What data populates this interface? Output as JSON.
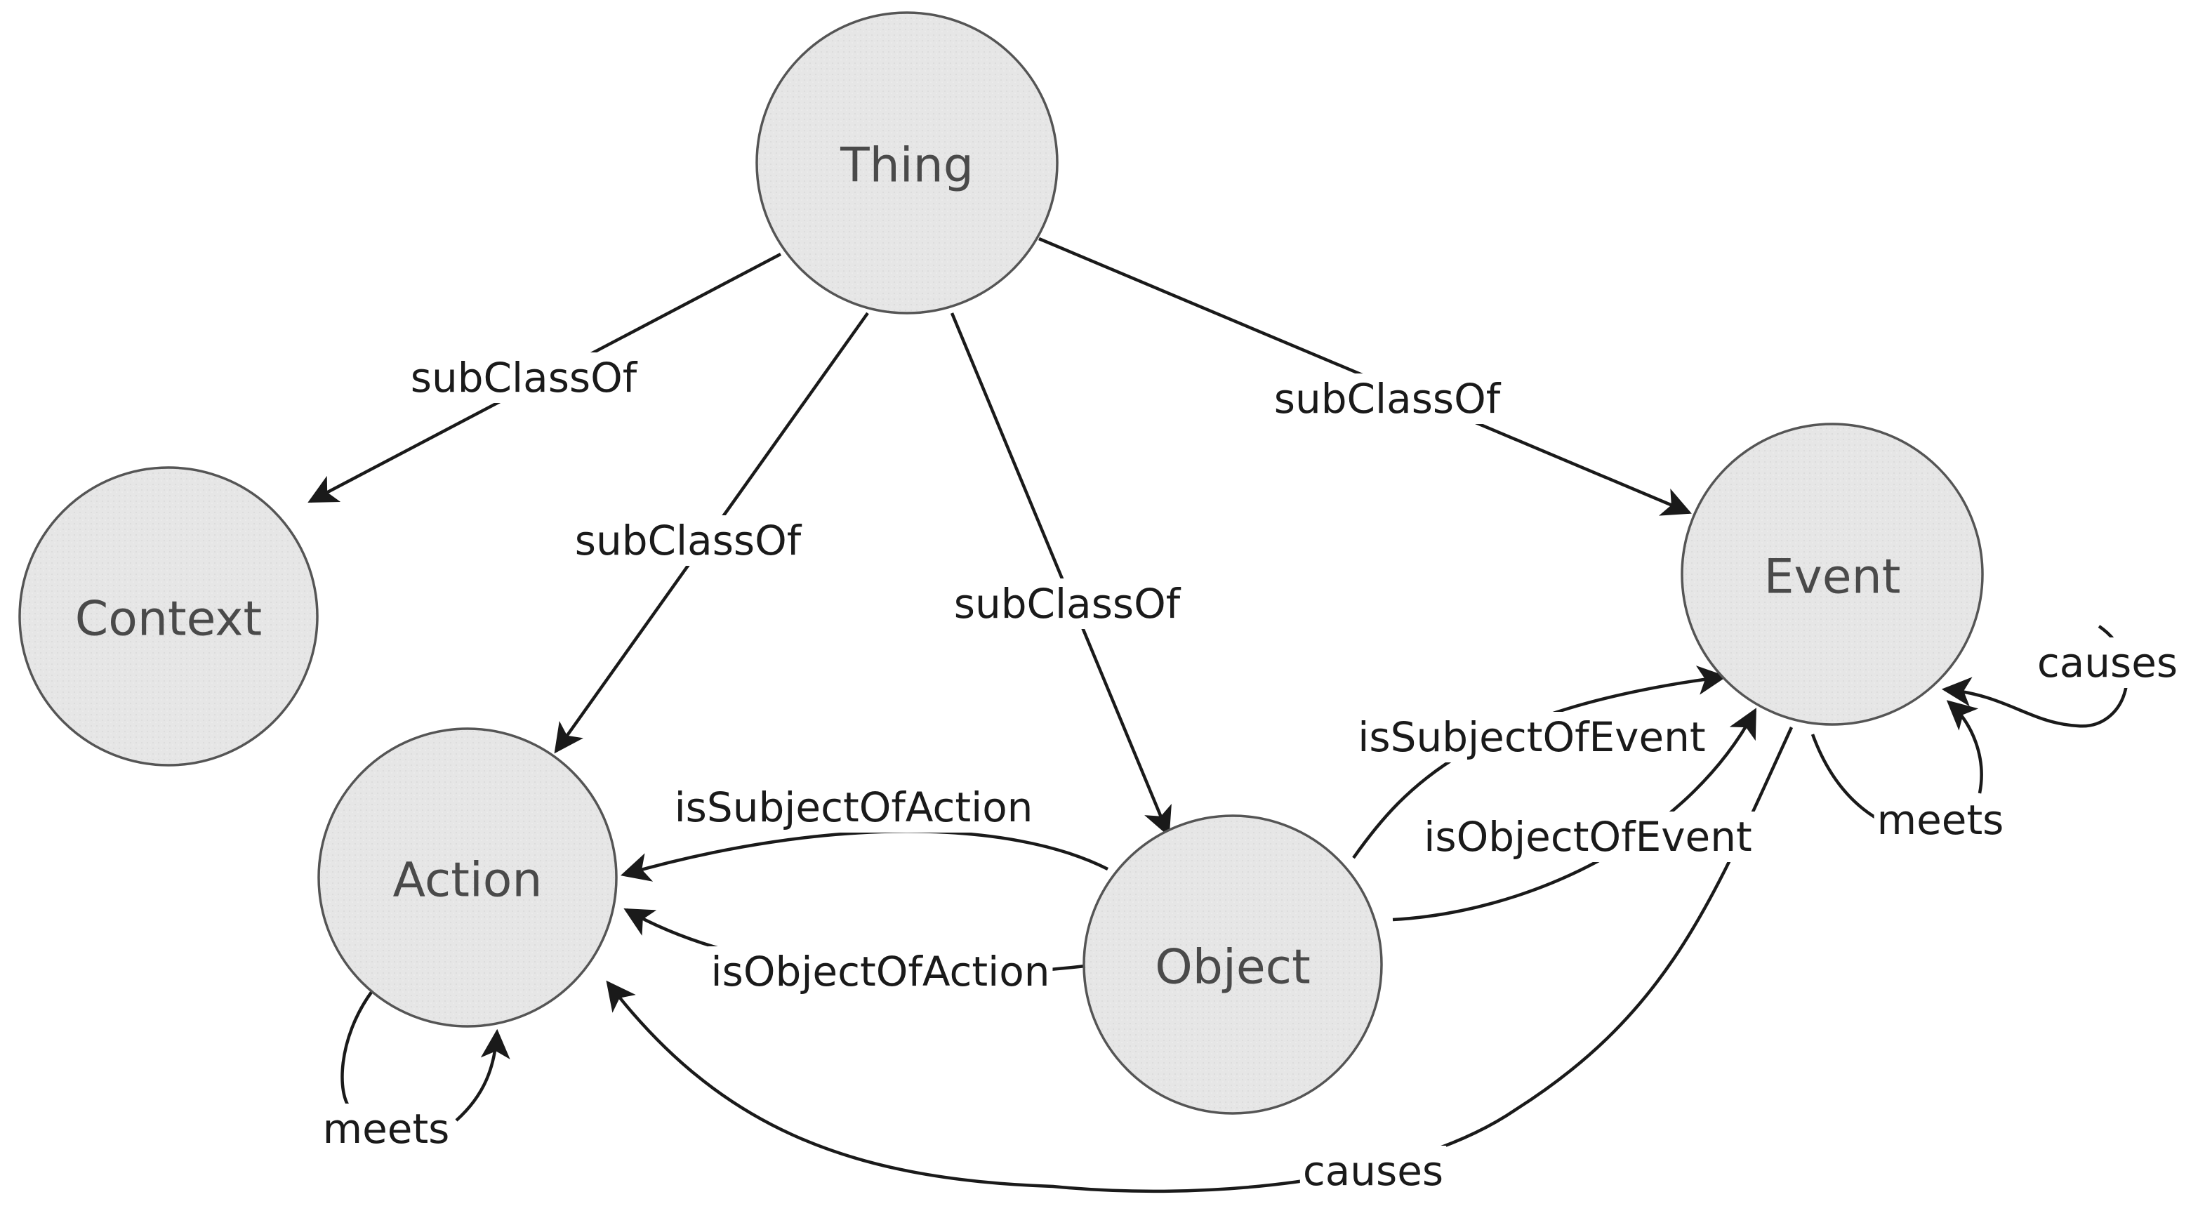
{
  "nodes": {
    "thing": "Thing",
    "context": "Context",
    "action": "Action",
    "object": "Object",
    "event": "Event"
  },
  "edges": {
    "thing_context": "subClassOf",
    "thing_action": "subClassOf",
    "thing_object": "subClassOf",
    "thing_event": "subClassOf",
    "object_action_subject": "isSubjectOfAction",
    "object_action_object": "isObjectOfAction",
    "object_event_subject": "isSubjectOfEvent",
    "object_event_object": "isObjectOfEvent",
    "event_event_causes": "causes",
    "event_event_meets": "meets",
    "action_action_meets": "meets",
    "event_action_causes": "causes"
  },
  "colors": {
    "node_fill": "#e6e6e6",
    "node_stroke": "#555555",
    "edge": "#1a1a1a"
  }
}
